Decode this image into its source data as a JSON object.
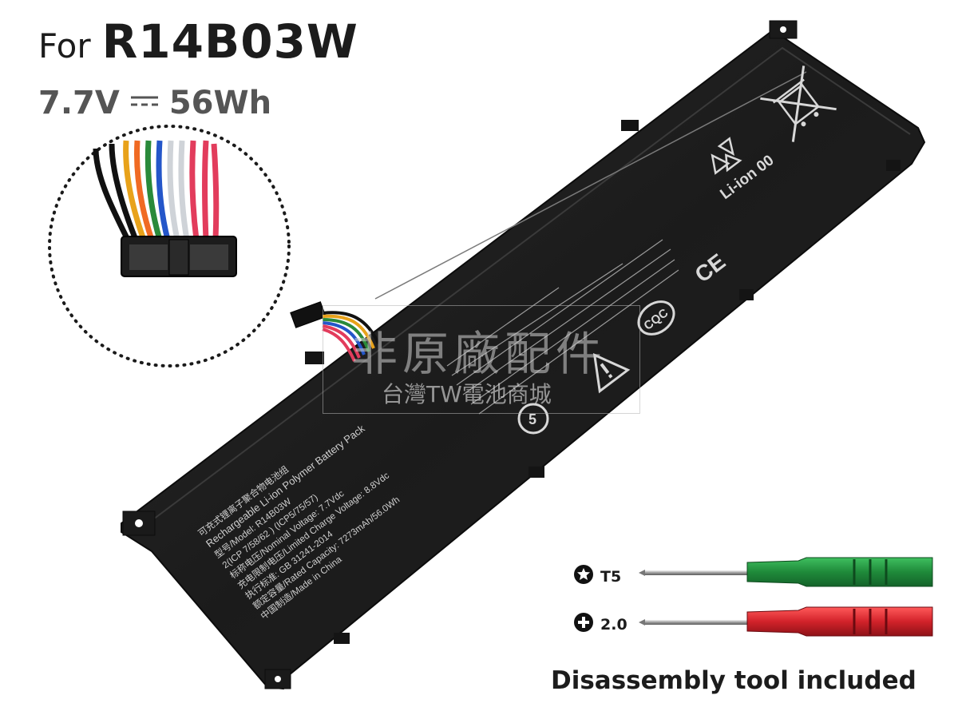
{
  "header": {
    "prefix": "For",
    "model": "R14B03W",
    "voltage": "7.7V",
    "energy": "56Wh"
  },
  "battery_label": {
    "line1": "可充式锂离子聚合物电池组",
    "line2": "Rechargeable Li-ion Polymer Battery Pack",
    "line3": "型号/Model: R14B03W",
    "line4": "2(ICP 7/58/62 ) (ICP5/75/57)",
    "line5": "标称电压/Nominal Voltage: 7.7Vdc",
    "line6": "充电限制电压/Limited Charge Voltage: 8.8Vdc",
    "line7": "执行标准: GB 31241-2014",
    "line8": "额定容量/Rated Capacity: 7273mAh/56.0Wh",
    "line9": "中国制造/Made in China",
    "recycle_text": "Li-ion 00",
    "ce_mark": "CE",
    "cqc_mark": "CQC",
    "recycle_number": "5"
  },
  "tools": {
    "torx_label": "T5",
    "phillips_label": "2.0",
    "torx_color": "#1f8a3a",
    "phillips_color": "#d2222a"
  },
  "footer": {
    "text": "Disassembly tool included"
  },
  "watermark": {
    "main": "非原廠配件",
    "sub": "台灣TW電池商城"
  },
  "colors": {
    "battery_body": "#1e1e1e",
    "wire_colors": [
      "#111111",
      "#111111",
      "#e8a21a",
      "#f06a23",
      "#2a8a3a",
      "#2456c9",
      "#cfd3d8",
      "#e23c5c",
      "#e23c5c"
    ]
  }
}
